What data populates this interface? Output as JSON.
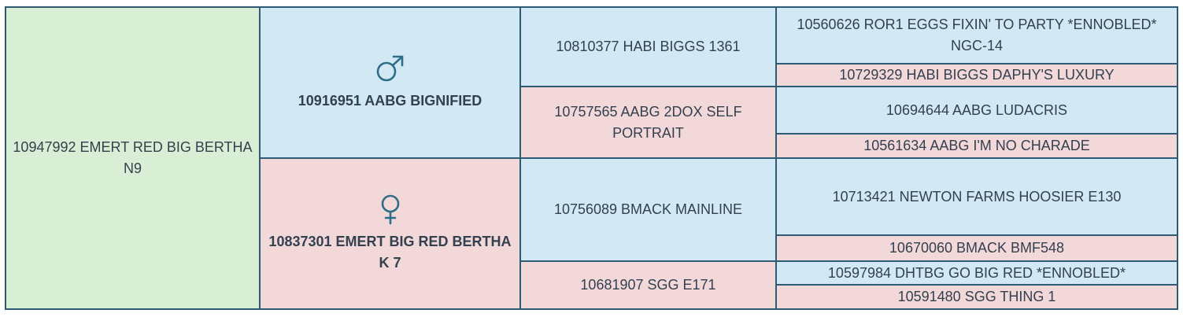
{
  "colors": {
    "border": "#2e5a73",
    "subject_bg": "#d9efd5",
    "male_bg": "#d2e8f5",
    "female_bg": "#f3d8da",
    "symbol": "#2e6e88"
  },
  "subject": {
    "name": "10947992 EMERT RED BIG BERTHA N9"
  },
  "sire": {
    "symbol_icon": "male-icon",
    "name": "10916951 AABG BIGNIFIED"
  },
  "dam": {
    "symbol_icon": "female-icon",
    "name": "10837301 EMERT BIG RED BERTHA K 7"
  },
  "grandparents": {
    "sire_sire": "10810377 HABI BIGGS 1361",
    "sire_dam": "10757565 AABG 2DOX SELF PORTRAIT",
    "dam_sire": "10756089 BMACK MAINLINE",
    "dam_dam": "10681907 SGG E171"
  },
  "great_grandparents": [
    "10560626 ROR1 EGGS FIXIN' TO PARTY *ENNOBLED* NGC-14",
    "10729329 HABI BIGGS DAPHY'S LUXURY",
    "10694644 AABG LUDACRIS",
    "10561634 AABG I'M NO CHARADE",
    "10713421 NEWTON FARMS HOOSIER E130",
    "10670060 BMACK BMF548",
    "10597984 DHTBG GO BIG RED *ENNOBLED*",
    "10591480 SGG THING 1"
  ]
}
